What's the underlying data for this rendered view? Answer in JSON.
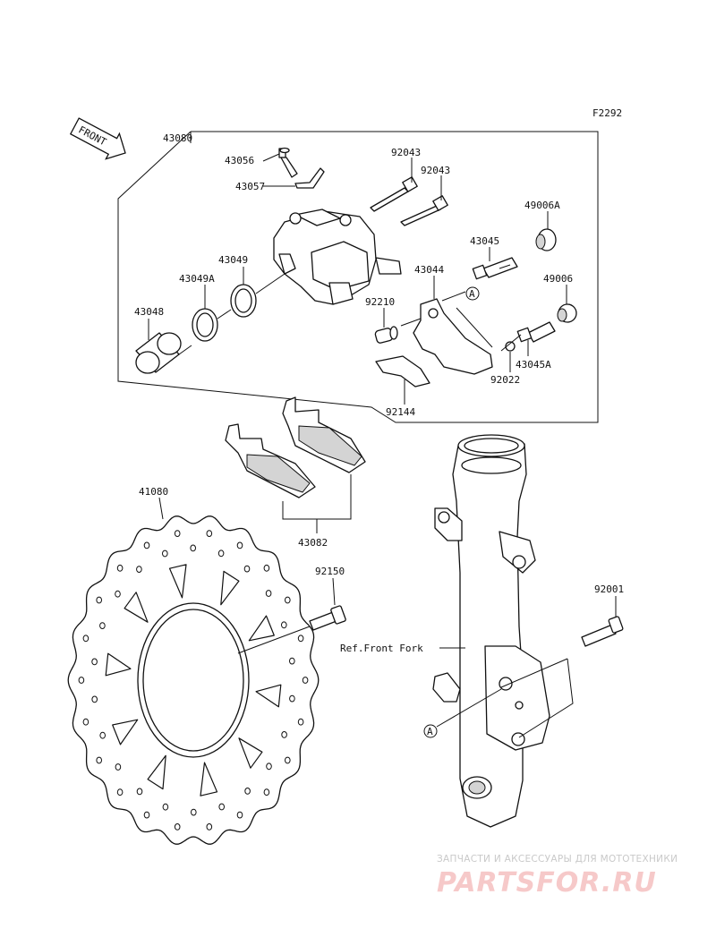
{
  "figure_code": "F2292",
  "front_label": "FRONT",
  "ref_label": "Ref.Front Fork",
  "circle_marker": "A",
  "parts": {
    "p43080": "43080",
    "p43056": "43056",
    "p43057": "43057",
    "p92043a": "92043",
    "p92043b": "92043",
    "p49006a": "49006A",
    "p43045": "43045",
    "p43044": "43044",
    "p49006": "49006",
    "p43049": "43049",
    "p43049a": "43049A",
    "p92210": "92210",
    "p43048": "43048",
    "p43045a": "43045A",
    "p92022": "92022",
    "p92144": "92144",
    "p41080": "41080",
    "p43082": "43082",
    "p92150": "92150",
    "p92001": "92001"
  },
  "watermark": {
    "line1": "ЗАПЧАСТИ И АКСЕССУАРЫ ДЛЯ МОТОТЕХНИКИ",
    "line2": "PARTSFOR.RU"
  }
}
